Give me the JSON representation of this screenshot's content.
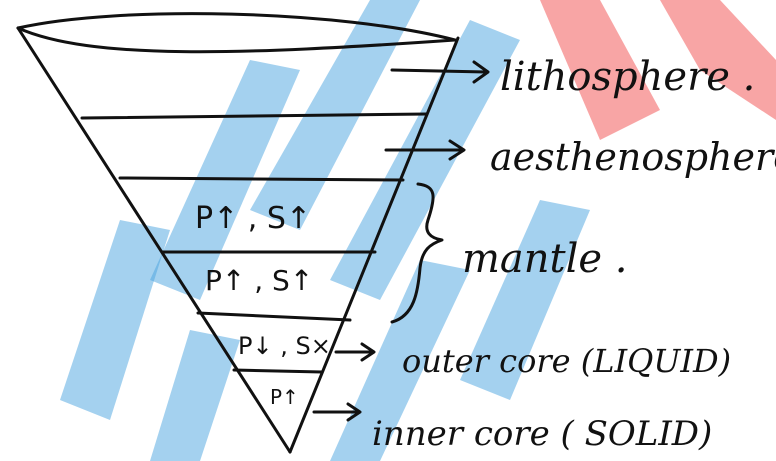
{
  "watermark": {
    "kind": "logo",
    "colors": {
      "blue": "#4aa3df",
      "red": "#f25b5b"
    }
  },
  "layers": [
    {
      "label": "lithosphere",
      "text": "lithosphere ."
    },
    {
      "label": "aesthenosphere",
      "text": "aesthenosphere"
    },
    {
      "label": "mantle",
      "text": "mantle ."
    },
    {
      "label": "outer-core",
      "text": "outer core (LIQUID)"
    },
    {
      "label": "inner-core",
      "text": "inner core ( SOLID)"
    }
  ],
  "wave_notes": [
    {
      "text": "P↑ , S↑"
    },
    {
      "text": "P↑ , S↑"
    },
    {
      "text": "P↓ , S×"
    },
    {
      "text": "P↑"
    }
  ],
  "ink_color": "#111111"
}
